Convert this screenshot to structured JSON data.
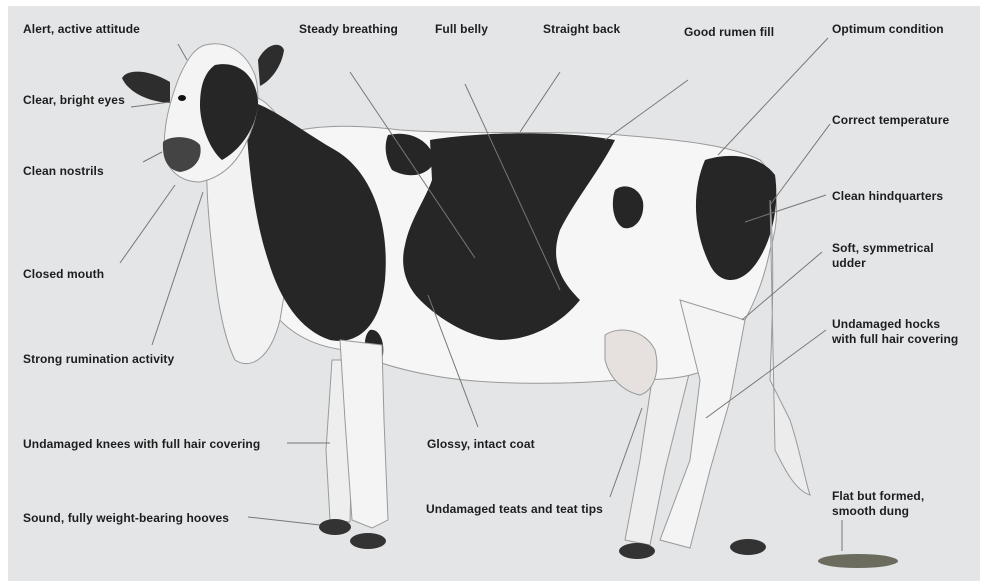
{
  "labels": {
    "alert": "Alert, active attitude",
    "eyes": "Clear, bright eyes",
    "nostrils": "Clean nostrils",
    "mouth": "Closed mouth",
    "rumination": "Strong rumination activity",
    "knees": "Undamaged knees with full hair covering",
    "hooves": "Sound, fully weight-bearing hooves",
    "breathing": "Steady breathing",
    "belly": "Full belly",
    "back": "Straight back",
    "rumen": "Good rumen fill",
    "condition": "Optimum condition",
    "temperature": "Correct temperature",
    "hindquarters": "Clean hindquarters",
    "udder": "Soft, symmetrical\nudder",
    "hocks": "Undamaged hocks\nwith full hair covering",
    "coat": "Glossy, intact coat",
    "teats": "Undamaged teats and teat tips",
    "dung": "Flat but formed,\nsmooth dung"
  },
  "colors": {
    "background": "#e3e5e7",
    "patch": "#262626",
    "white_coat": "#f6f6f6",
    "text": "#1d1d1d"
  }
}
